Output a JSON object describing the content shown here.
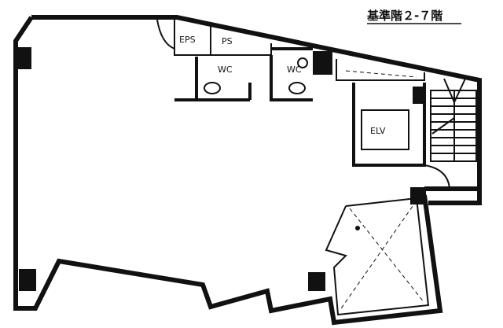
{
  "title": "基準階２-７階",
  "rooms": {
    "eps": "EPS",
    "ps": "PS",
    "wc1": "WC",
    "wc2": "WC",
    "elv": "ELV"
  }
}
